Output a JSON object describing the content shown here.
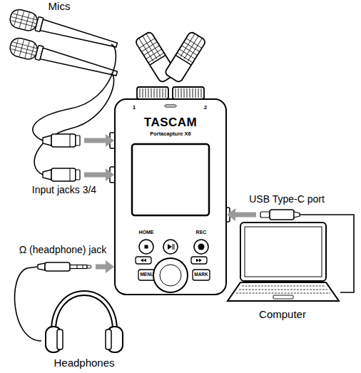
{
  "diagram": {
    "nodes": [
      {
        "text": [
          "Mics"
        ]
      },
      {
        "text": [
          "TASCAM",
          "Portacapture X6"
        ]
      },
      {
        "text": [
          "Computer"
        ]
      },
      {
        "text": [
          "Headphones"
        ]
      }
    ],
    "edges": [
      {
        "from": 0,
        "to": 1,
        "arrow": "to"
      },
      {
        "from": 0,
        "to": 1,
        "arrow": "to"
      },
      {
        "from": 3,
        "to": 1,
        "arrow": "to"
      },
      {
        "from": 2,
        "to": 1,
        "arrow": "to"
      }
    ],
    "labels": [
      "Input jacks 3/4",
      "Ω (headphone) jack",
      "USB Type-C port",
      "1",
      "2",
      "HOME",
      "REC",
      "MENU",
      "MARK"
    ]
  }
}
